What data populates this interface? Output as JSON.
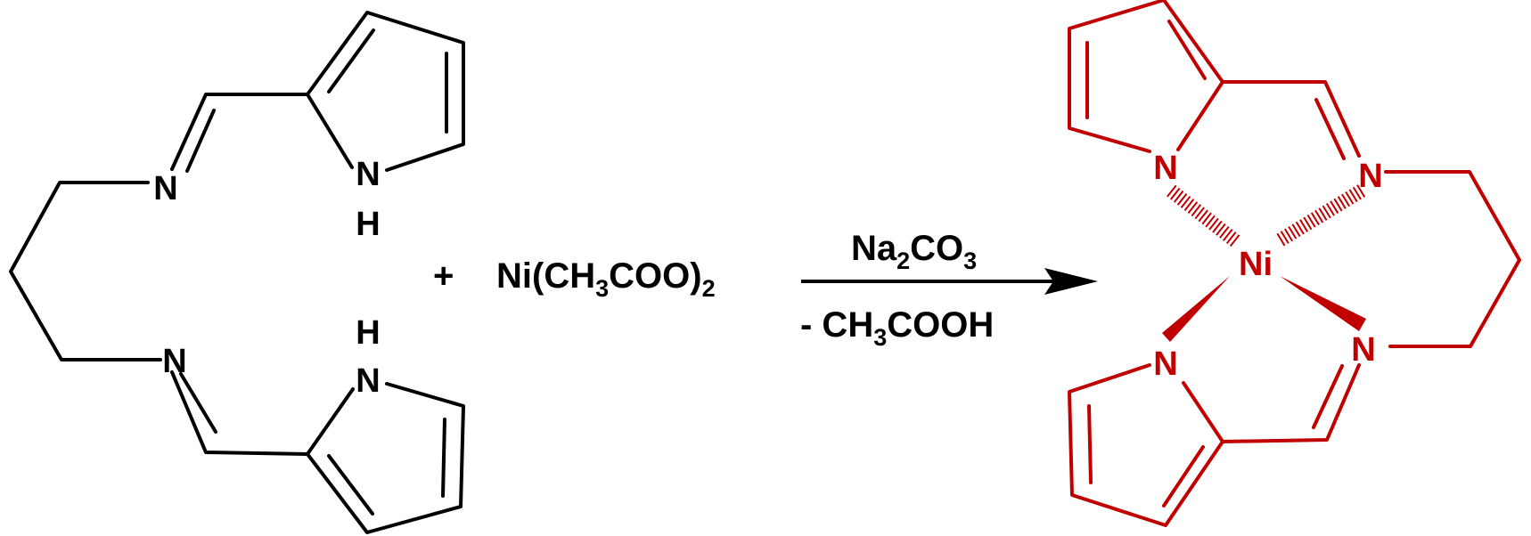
{
  "colors": {
    "reactant": "#000000",
    "product": "#c00000",
    "background": "#ffffff"
  },
  "reactant": {
    "atoms": {
      "imine_n_top": "N",
      "pyrrole_n_top": "N",
      "pyrrole_h_top": "H",
      "imine_n_bottom": "N",
      "pyrrole_n_bottom": "N",
      "pyrrole_h_bottom": "H"
    }
  },
  "reaction": {
    "plus": "+",
    "reagent": {
      "a": "Ni(CH",
      "sub1": "3",
      "b": "COO)",
      "sub2": "2"
    },
    "condition_above": {
      "a": "Na",
      "sub1": "2",
      "b": "CO",
      "sub2": "3"
    },
    "condition_below": {
      "a": "- CH",
      "sub1": "3",
      "b": "COOH"
    }
  },
  "product": {
    "atoms": {
      "metal": "Ni",
      "pyrrole_n_top": "N",
      "imine_n_top": "N",
      "pyrrole_n_bottom": "N",
      "imine_n_bottom": "N"
    }
  }
}
